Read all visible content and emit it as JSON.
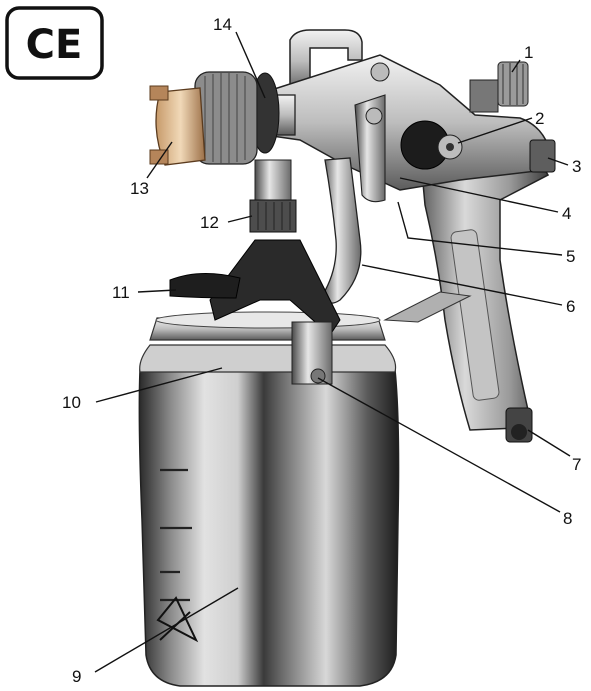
{
  "mark": {
    "text": "CE"
  },
  "callouts": [
    {
      "id": "1",
      "label": "1"
    },
    {
      "id": "2",
      "label": "2"
    },
    {
      "id": "3",
      "label": "3"
    },
    {
      "id": "4",
      "label": "4"
    },
    {
      "id": "5",
      "label": "5"
    },
    {
      "id": "6",
      "label": "6"
    },
    {
      "id": "7",
      "label": "7"
    },
    {
      "id": "8",
      "label": "8"
    },
    {
      "id": "9",
      "label": "9"
    },
    {
      "id": "10",
      "label": "10"
    },
    {
      "id": "11",
      "label": "11"
    },
    {
      "id": "12",
      "label": "12"
    },
    {
      "id": "13",
      "label": "13"
    },
    {
      "id": "14",
      "label": "14"
    }
  ]
}
